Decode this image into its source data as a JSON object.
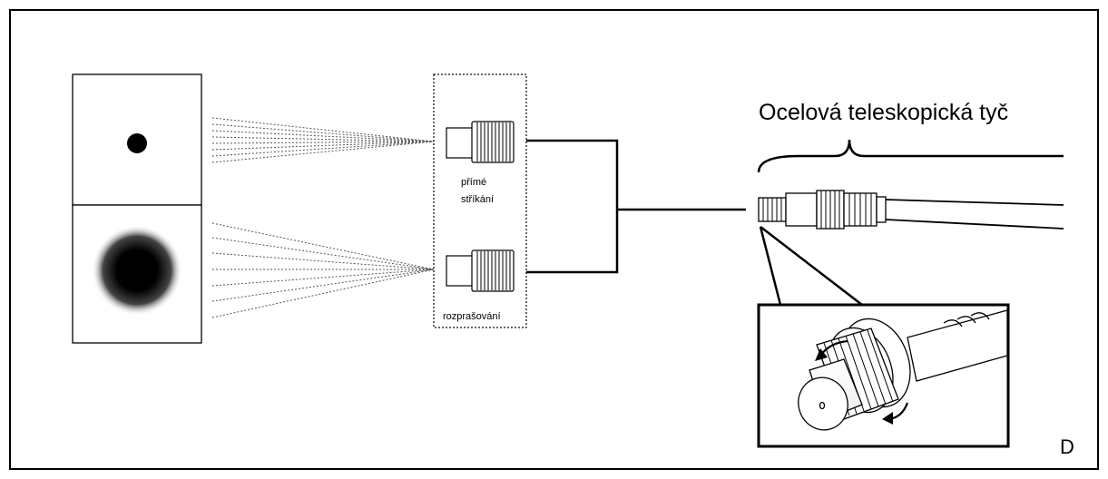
{
  "labels": {
    "rod_title": "Ocelová teleskopická tyč",
    "direct_line1": "přímé",
    "direct_line2": "stříkání",
    "spray": "rozprašování",
    "figure_letter": "D"
  },
  "colors": {
    "stroke": "#000000",
    "background": "#ffffff"
  },
  "icons": {
    "rotate_arrows": "curved-arrow-icon",
    "nozzle": "nozzle-icon"
  }
}
